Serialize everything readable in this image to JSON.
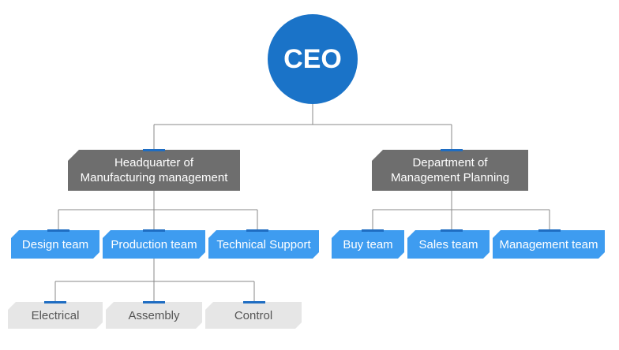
{
  "root": {
    "label": "CEO"
  },
  "divisions": [
    {
      "label_line1": "Headquarter of",
      "label_line2": "Manufacturing management",
      "teams": [
        "Design team",
        "Production team",
        "Technical Support"
      ]
    },
    {
      "label_line1": "Department of",
      "label_line2": "Management Planning",
      "teams": [
        "Buy team",
        "Sales team",
        "Management team"
      ]
    }
  ],
  "production_units": [
    "Electrical",
    "Assembly",
    "Control"
  ],
  "colors": {
    "ceo": "#1a73c8",
    "division": "#6e6e6e",
    "team": "#3e9cf0",
    "unit": "#e6e6e6",
    "connector": "#888888",
    "tick": "#1f6dc2"
  }
}
